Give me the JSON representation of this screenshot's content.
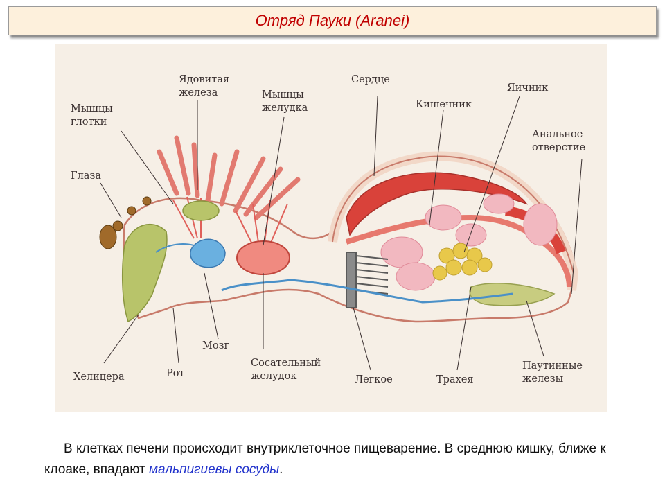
{
  "title": "Отряд Пауки (Aranei)",
  "labels": {
    "muscles_pharynx": "Мышцы\nглотки",
    "venom_gland": "Ядовитая\nжелеза",
    "muscles_stomach": "Мышцы\nжелудка",
    "heart": "Сердце",
    "intestine": "Кишечник",
    "ovary": "Яичник",
    "anus": "Анальное\nотверстие",
    "eyes": "Глаза",
    "chelicera": "Хелицера",
    "mouth": "Рот",
    "brain": "Мозг",
    "sucking_stomach": "Сосательный\nжелудок",
    "lung": "Легкое",
    "trachea": "Трахея",
    "spinning_glands": "Паутинные\nжелезы"
  },
  "caption": {
    "text": "В клетках печени происходит внутриклеточное пищеварение. В среднюю кишку, ближе к клоаке, впадают ",
    "highlight": "мальпигиевы сосуды",
    "end": "."
  },
  "colors": {
    "title": "#c00000",
    "title_bg": "#fdf0dc",
    "highlight": "#2233cc",
    "muscle": "#e0605a",
    "nerve": "#4a90c8",
    "gland": "#b8c46a",
    "ovary": "#e8c84a"
  }
}
